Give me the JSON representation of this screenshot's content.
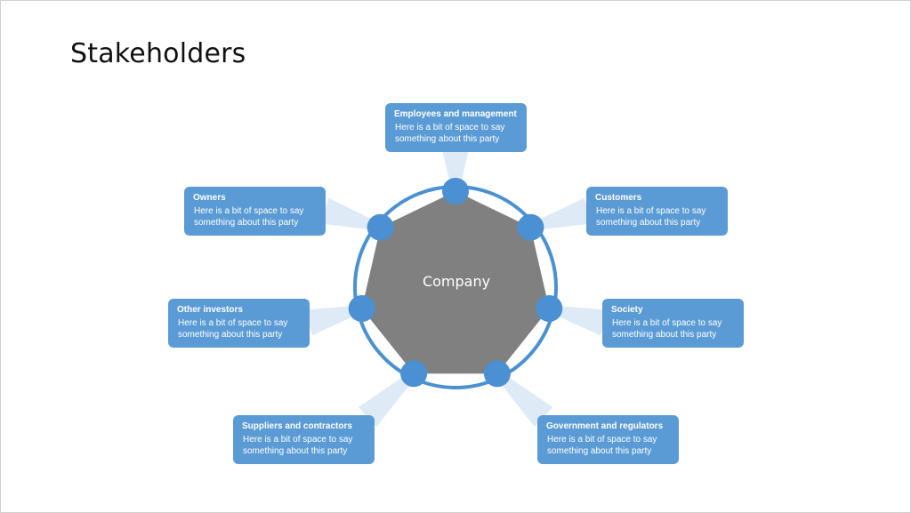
{
  "slide": {
    "title": "Stakeholders",
    "center_label": "Company"
  },
  "colors": {
    "card_fill": "#5b9bd5",
    "ring": "#4a90d2",
    "node": "#4a90d2",
    "polygon": "#808080",
    "connector": "#deebf7",
    "background": "#ffffff"
  },
  "stakeholders": [
    {
      "id": "employees",
      "title": "Employees and management",
      "text": "Here is a bit of space to say something about this party"
    },
    {
      "id": "customers",
      "title": "Customers",
      "text": "Here is a bit of space to say something about this party"
    },
    {
      "id": "society",
      "title": "Society",
      "text": "Here is a bit of space to say something about this party"
    },
    {
      "id": "government",
      "title": "Government and regulators",
      "text": "Here is a bit of space to say something about this party"
    },
    {
      "id": "suppliers",
      "title": "Suppliers and contractors",
      "text": "Here is a bit of space to say something about this party"
    },
    {
      "id": "other-investors",
      "title": "Other investors",
      "text": "Here is a bit of space to say something about this party"
    },
    {
      "id": "owners",
      "title": "Owners",
      "text": "Here is a bit of space to say something about this party"
    }
  ]
}
